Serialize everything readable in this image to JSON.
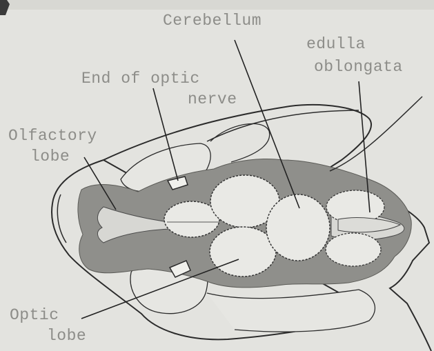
{
  "labels": {
    "cerebellum": "Cerebellum",
    "medulla_line1": "edulla",
    "medulla_line2": "oblongata",
    "optic_nerve_line1": "End of optic",
    "optic_nerve_line2": "nerve",
    "olfactory_line1": "Olfactory",
    "olfactory_line2": "lobe",
    "optic_lobe_line1": "Optic",
    "optic_lobe_line2": "lobe"
  },
  "colors": {
    "paper": "#e3e3df",
    "brain_tissue": "#8f8f8b",
    "lobe_fill": "#e9e9e5",
    "ink": "#2b2b2b",
    "label_text": "#8d8d89"
  }
}
